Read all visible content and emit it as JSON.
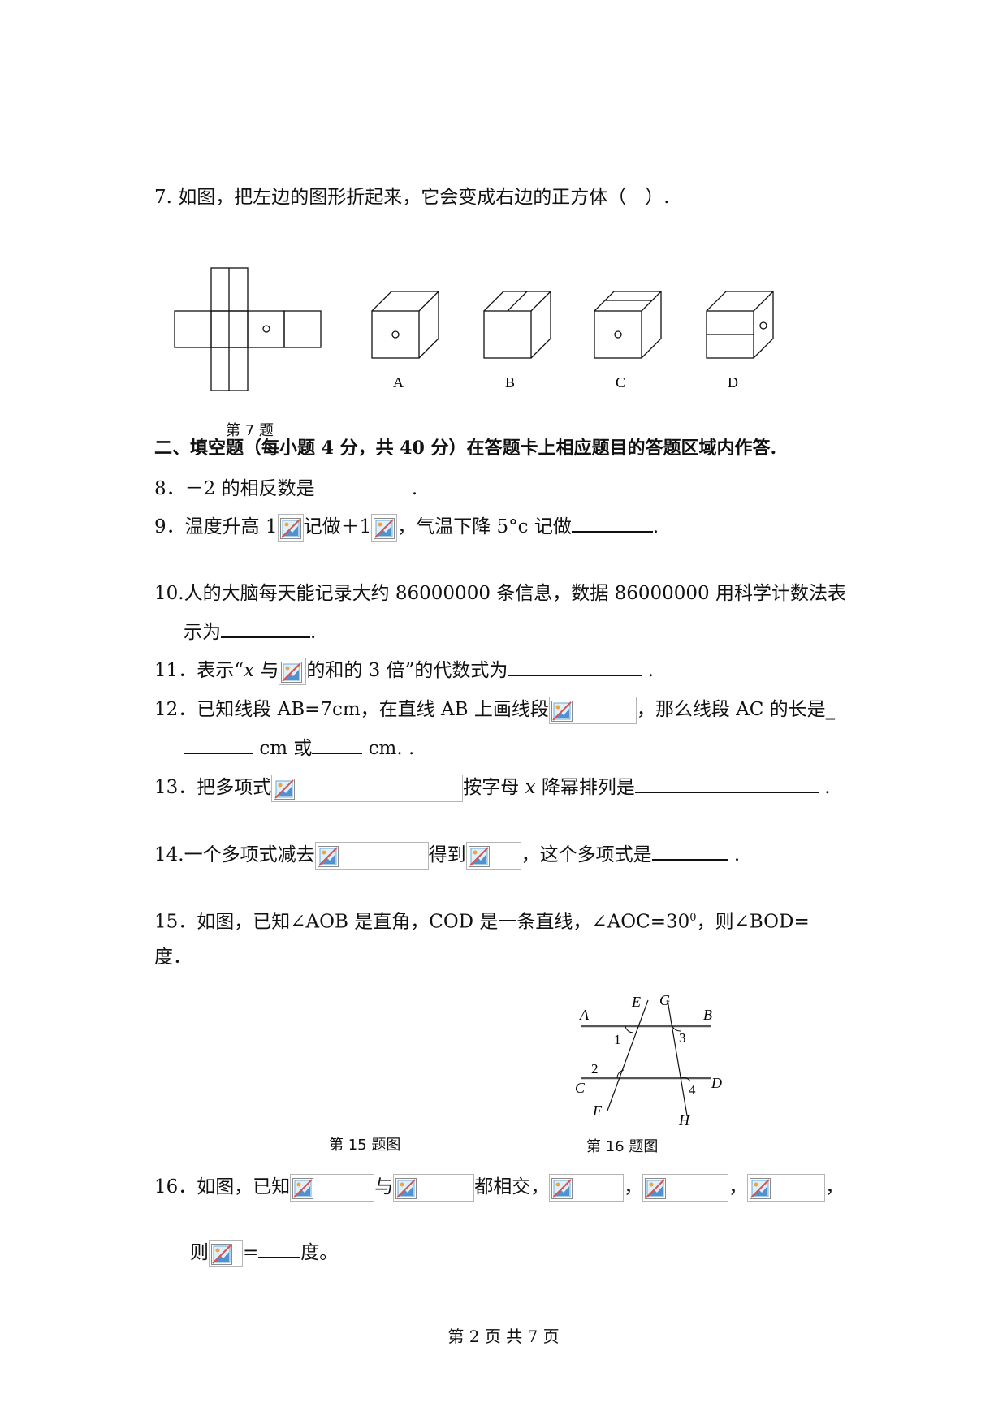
{
  "q7": {
    "text": "7. 如图，把左边的图形折起来，它会变成右边的正方体（　）.",
    "options": [
      "A",
      "B",
      "C",
      "D"
    ],
    "caption": "第 7 题",
    "net_mark": "o"
  },
  "section2": {
    "heading": "二、填空题（每小题 4 分，共 40 分）在答题卡上相应题目的答题区域内作答."
  },
  "q8": {
    "text": "8．－2 的相反数是",
    "tail": "."
  },
  "q9": {
    "a": "9．温度升高 1",
    "b": "记做＋1",
    "c": "，气温下降 5°c 记做",
    "tail": "."
  },
  "q10": {
    "line1": "10.人的大脑每天能记录大约 86000000 条信息，数据 86000000 用科学计数法表",
    "line2": "示为",
    "tail": "."
  },
  "q11": {
    "a": "11．表示“",
    "x": "x",
    "b": " 与",
    "c": "的和的 3 倍”的代数式为",
    "tail": "."
  },
  "q12": {
    "a": "12．已知线段 AB=7cm，在直线 AB 上画线段",
    "b": "，那么线段 AC 的长是_",
    "c": "cm 或",
    "d": "cm. ."
  },
  "q13": {
    "a": "13．把多项式",
    "b": "按字母 ",
    "x": "x",
    "c": " 降幂排列是",
    "tail": "."
  },
  "q14": {
    "a": "14.一个多项式减去",
    "b": "得到",
    "c": "，这个多项式是",
    "tail": "."
  },
  "q15": {
    "line1": "15．如图，已知∠AOB 是直角，COD 是一条直线，∠AOC=30",
    "sup": "0",
    "line1b": "，则∠BOD=",
    "line2": "度．"
  },
  "figure16": {
    "labels": {
      "A": "A",
      "B": "B",
      "C": "C",
      "D": "D",
      "E": "E",
      "F": "F",
      "G": "G",
      "H": "H",
      "n1": "1",
      "n2": "2",
      "n3": "3",
      "n4": "4"
    }
  },
  "captions": {
    "fig15": "第 15 题图",
    "fig16": "第 16 题图"
  },
  "q16": {
    "a": "16．如图，已知",
    "b": "与",
    "c": "都相交，",
    "comma": "，",
    "line2a": "则",
    "eq": "=",
    "line2b": "度。"
  },
  "footer": {
    "text": "第 2 页 共 7 页"
  }
}
